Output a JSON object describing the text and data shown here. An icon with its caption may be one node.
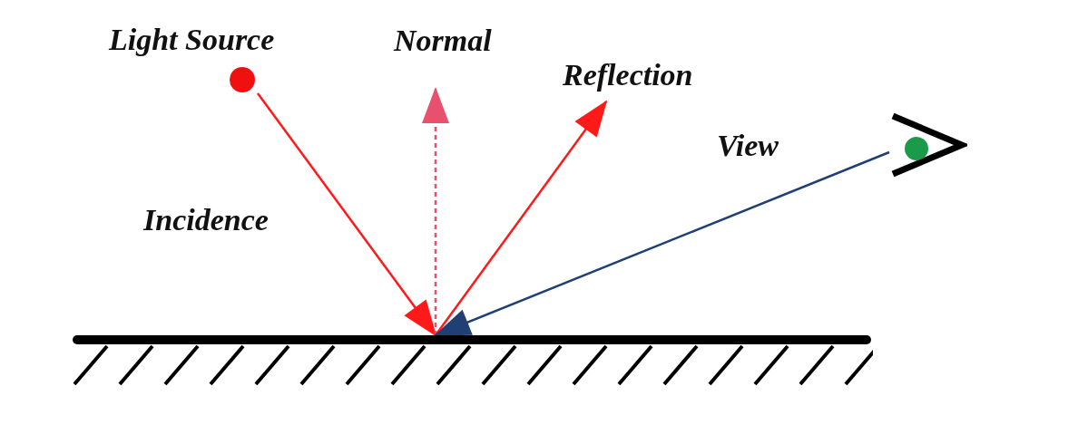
{
  "diagram": {
    "nodes": [
      {
        "text": [
          "Light Source"
        ]
      },
      {
        "text": [],
        "shape": "bar"
      },
      {
        "text": [],
        "shape": "eye"
      }
    ],
    "edges": [
      {
        "from": 0,
        "to": 1,
        "arrow": "to",
        "label": "Incidence"
      },
      {
        "from": 1,
        "to": null,
        "arrow": "to",
        "label": "Normal",
        "style": "dashed",
        "color": "#e8506e"
      },
      {
        "from": 1,
        "to": null,
        "arrow": "to",
        "label": "Reflection"
      },
      {
        "from": 2,
        "to": 1,
        "arrow": "to",
        "label": "View",
        "color": "#1f3f75"
      }
    ]
  }
}
